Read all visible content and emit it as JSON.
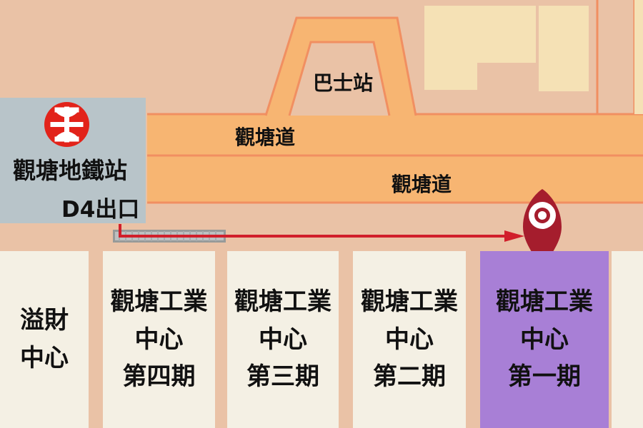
{
  "labels": {
    "bus_station": "巴士站",
    "road_upper": "觀塘道",
    "road_lower": "觀塘道",
    "station_name": "觀塘地鐵站",
    "exit_name": "D4出口",
    "building_1": "溢財\n中心",
    "building_2": "觀塘工業\n中心\n第四期",
    "building_3": "觀塘工業\n中心\n第三期",
    "building_4": "觀塘工業\n中心\n第二期",
    "building_5": "觀塘工業\n中心\n第一期"
  },
  "colors": {
    "background": "#eac2a6",
    "road_fill": "#f7b572",
    "road_edge": "#f18f61",
    "station_box": "#b8c4c9",
    "mtr_red": "#e2231a",
    "route_red": "#d11f2b",
    "building_light": "#f4f0e4",
    "building_highlight": "#a87fd6",
    "building_top": "#f5e1b5",
    "path_grey": "#8f9798",
    "pin_red": "#a51d2d"
  },
  "icons": {
    "mtr": "mtr-icon",
    "pin": "location-pin-icon",
    "arrow": "route-arrow-icon"
  }
}
